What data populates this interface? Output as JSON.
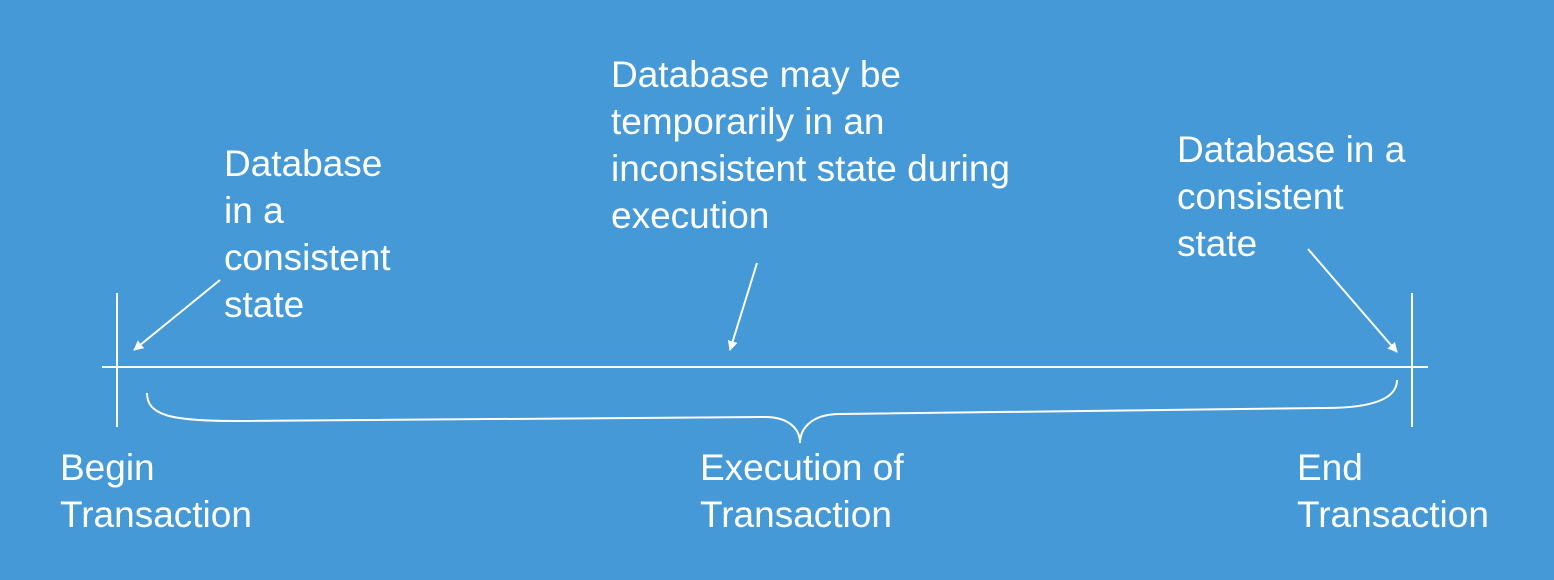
{
  "colors": {
    "background": "#4499d6",
    "foreground": "#ffffff"
  },
  "annotations": {
    "start_state": [
      "Database",
      "in a",
      "consistent",
      "state"
    ],
    "middle_state": [
      "Database may be",
      "temporarily in an",
      "inconsistent state during",
      "execution"
    ],
    "end_state": [
      "Database in a",
      "consistent",
      "state"
    ]
  },
  "timeline": {
    "begin": [
      "Begin",
      "Transaction"
    ],
    "execution": [
      "Execution of",
      "Transaction"
    ],
    "end": [
      "End",
      "Transaction"
    ]
  }
}
